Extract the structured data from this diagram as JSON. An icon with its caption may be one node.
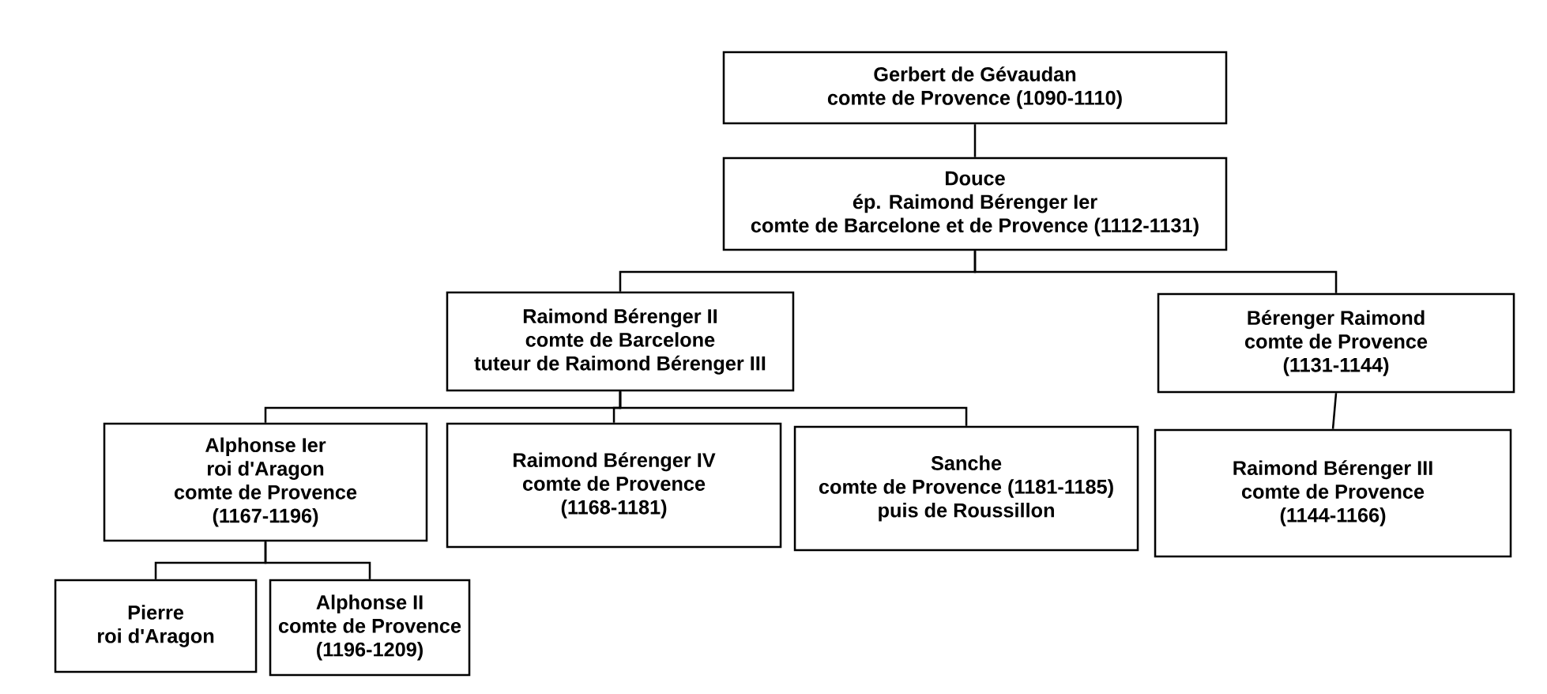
{
  "diagram": {
    "nodes": [
      {
        "text": [
          "Gerbert de Gévaudan",
          "comte de Provence (1090-1110)"
        ]
      },
      {
        "text": [
          "Douce",
          "ép. Raimond Bérenger Ier",
          "comte de Barcelone et de Provence (1112-1131)"
        ]
      },
      {
        "text": [
          "Raimond Bérenger II",
          "comte de Barcelone",
          "tuteur de Raimond Bérenger III"
        ]
      },
      {
        "text": [
          "Bérenger Raimond",
          "comte de Provence",
          "(1131-1144)"
        ]
      },
      {
        "text": [
          "Alphonse Ier",
          "roi d'Aragon",
          "comte de Provence",
          "(1167-1196)"
        ]
      },
      {
        "text": [
          "Raimond Bérenger IV",
          "comte de Provence",
          "(1168-1181)"
        ]
      },
      {
        "text": [
          "Sanche",
          "comte de Provence  (1181-1185)",
          "puis de Roussillon"
        ]
      },
      {
        "text": [
          "Raimond Bérenger III",
          "comte de Provence",
          "(1144-1166)"
        ]
      },
      {
        "text": [
          "Pierre",
          "roi d'Aragon"
        ]
      },
      {
        "text": [
          "Alphonse II",
          "comte de Provence",
          "(1196-1209)"
        ]
      }
    ],
    "edges": [
      {
        "from": 0,
        "to": 1,
        "arrow": "none"
      },
      {
        "from": 1,
        "to": 2,
        "arrow": "none"
      },
      {
        "from": 1,
        "to": 3,
        "arrow": "none"
      },
      {
        "from": 2,
        "to": 4,
        "arrow": "none"
      },
      {
        "from": 2,
        "to": 5,
        "arrow": "none"
      },
      {
        "from": 2,
        "to": 6,
        "arrow": "none"
      },
      {
        "from": 3,
        "to": 7,
        "arrow": "none"
      },
      {
        "from": 4,
        "to": 8,
        "arrow": "none"
      },
      {
        "from": 4,
        "to": 9,
        "arrow": "none"
      }
    ]
  }
}
